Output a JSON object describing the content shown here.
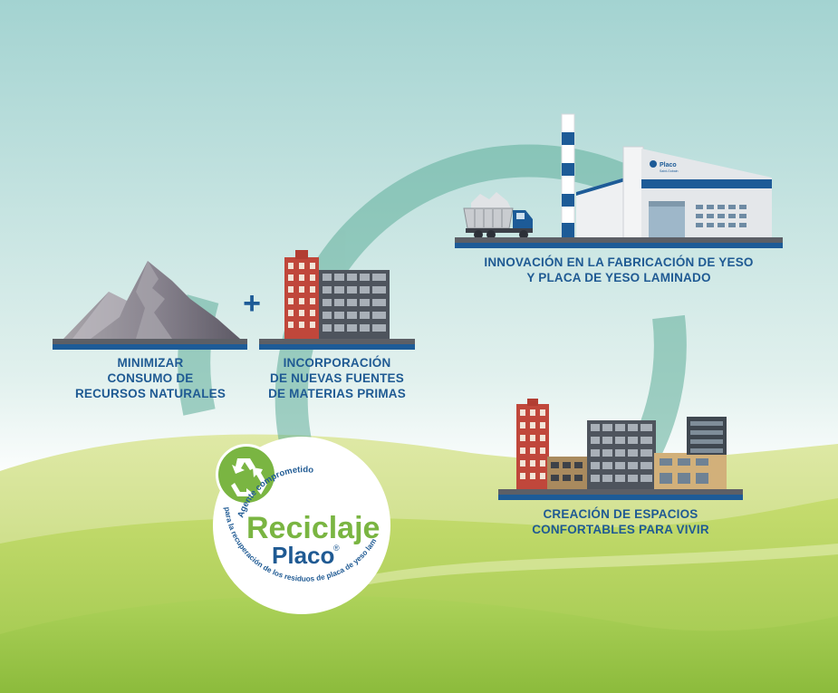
{
  "plus_sign": "+",
  "captions": {
    "natural": [
      "MINIMIZAR",
      "CONSUMO DE",
      "RECURSOS NATURALES"
    ],
    "raw_materials": [
      "INCORPORACIÓN",
      "DE NUEVAS FUENTES",
      "DE MATERIAS PRIMAS"
    ],
    "manufacturing": [
      "INNOVACIÓN EN LA FABRICACIÓN DE YESO",
      "Y PLACA DE YESO LAMINADO"
    ],
    "living": [
      "CREACIÓN DE ESPACIOS",
      "CONFORTABLES PARA VIVIR"
    ]
  },
  "factory_sign": {
    "line1": "Placo",
    "line2": "Saint-Gobain"
  },
  "badge": {
    "arc_top": "Agente comprometido",
    "arc_bottom": "para la recuperación de los residuos de placa de yeso laminado",
    "title": "Reciclaje",
    "subtitle": "Placo",
    "registered": "®"
  },
  "colors": {
    "sky_top": "#a3d3d1",
    "sky_bottom": "#ffffff",
    "grass_light": "#d4e38a",
    "grass_dark": "#8fbf3f",
    "cycle_arrow": "#5fae9a",
    "caption_blue": "#1f5a93",
    "base_blue": "#1d5b97",
    "base_grey": "#5c5f66",
    "badge_green": "#7ab542",
    "badge_blue": "#1f5a93"
  },
  "icons": [
    "mountain-icon",
    "plus-icon",
    "buildings-icon",
    "factory-icon",
    "truck-icon",
    "city-icon",
    "recycle-icon"
  ]
}
